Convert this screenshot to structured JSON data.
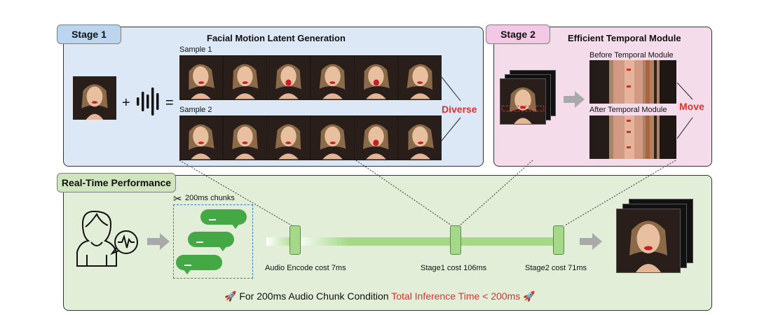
{
  "stage1": {
    "tag": "Stage 1",
    "title": "Facial Motion Latent Generation",
    "sample1": "Sample 1",
    "sample2": "Sample 2",
    "plus": "+",
    "equals": "=",
    "diverse": "Diverse"
  },
  "stage2": {
    "tag": "Stage 2",
    "title": "Efficient Temporal Module",
    "before": "Before Temporal Module",
    "after": "After Temporal Module",
    "move": "Move"
  },
  "realtime": {
    "tag": "Real-Time Performance",
    "chunks": "200ms chunks",
    "audio_cost": "Audio Encode cost 7ms",
    "stage1_cost": "Stage1 cost 106ms",
    "stage2_cost": "Stage2 cost 71ms",
    "footer_prefix": "For 200ms Audio Chunk Condition",
    "footer_highlight": "Total Inference Time < 200ms"
  },
  "colors": {
    "stage1_bg": "#dce8f5",
    "stage1_tag": "#bcd5ee",
    "stage2_bg": "#f4dcea",
    "stage2_tag": "#f2c8e4",
    "realtime_bg": "#e2eed8",
    "realtime_tag": "#cfe5bd",
    "accent_red": "#e03030",
    "flow_green": "#a6d88a",
    "bubble_green": "#44a844"
  }
}
